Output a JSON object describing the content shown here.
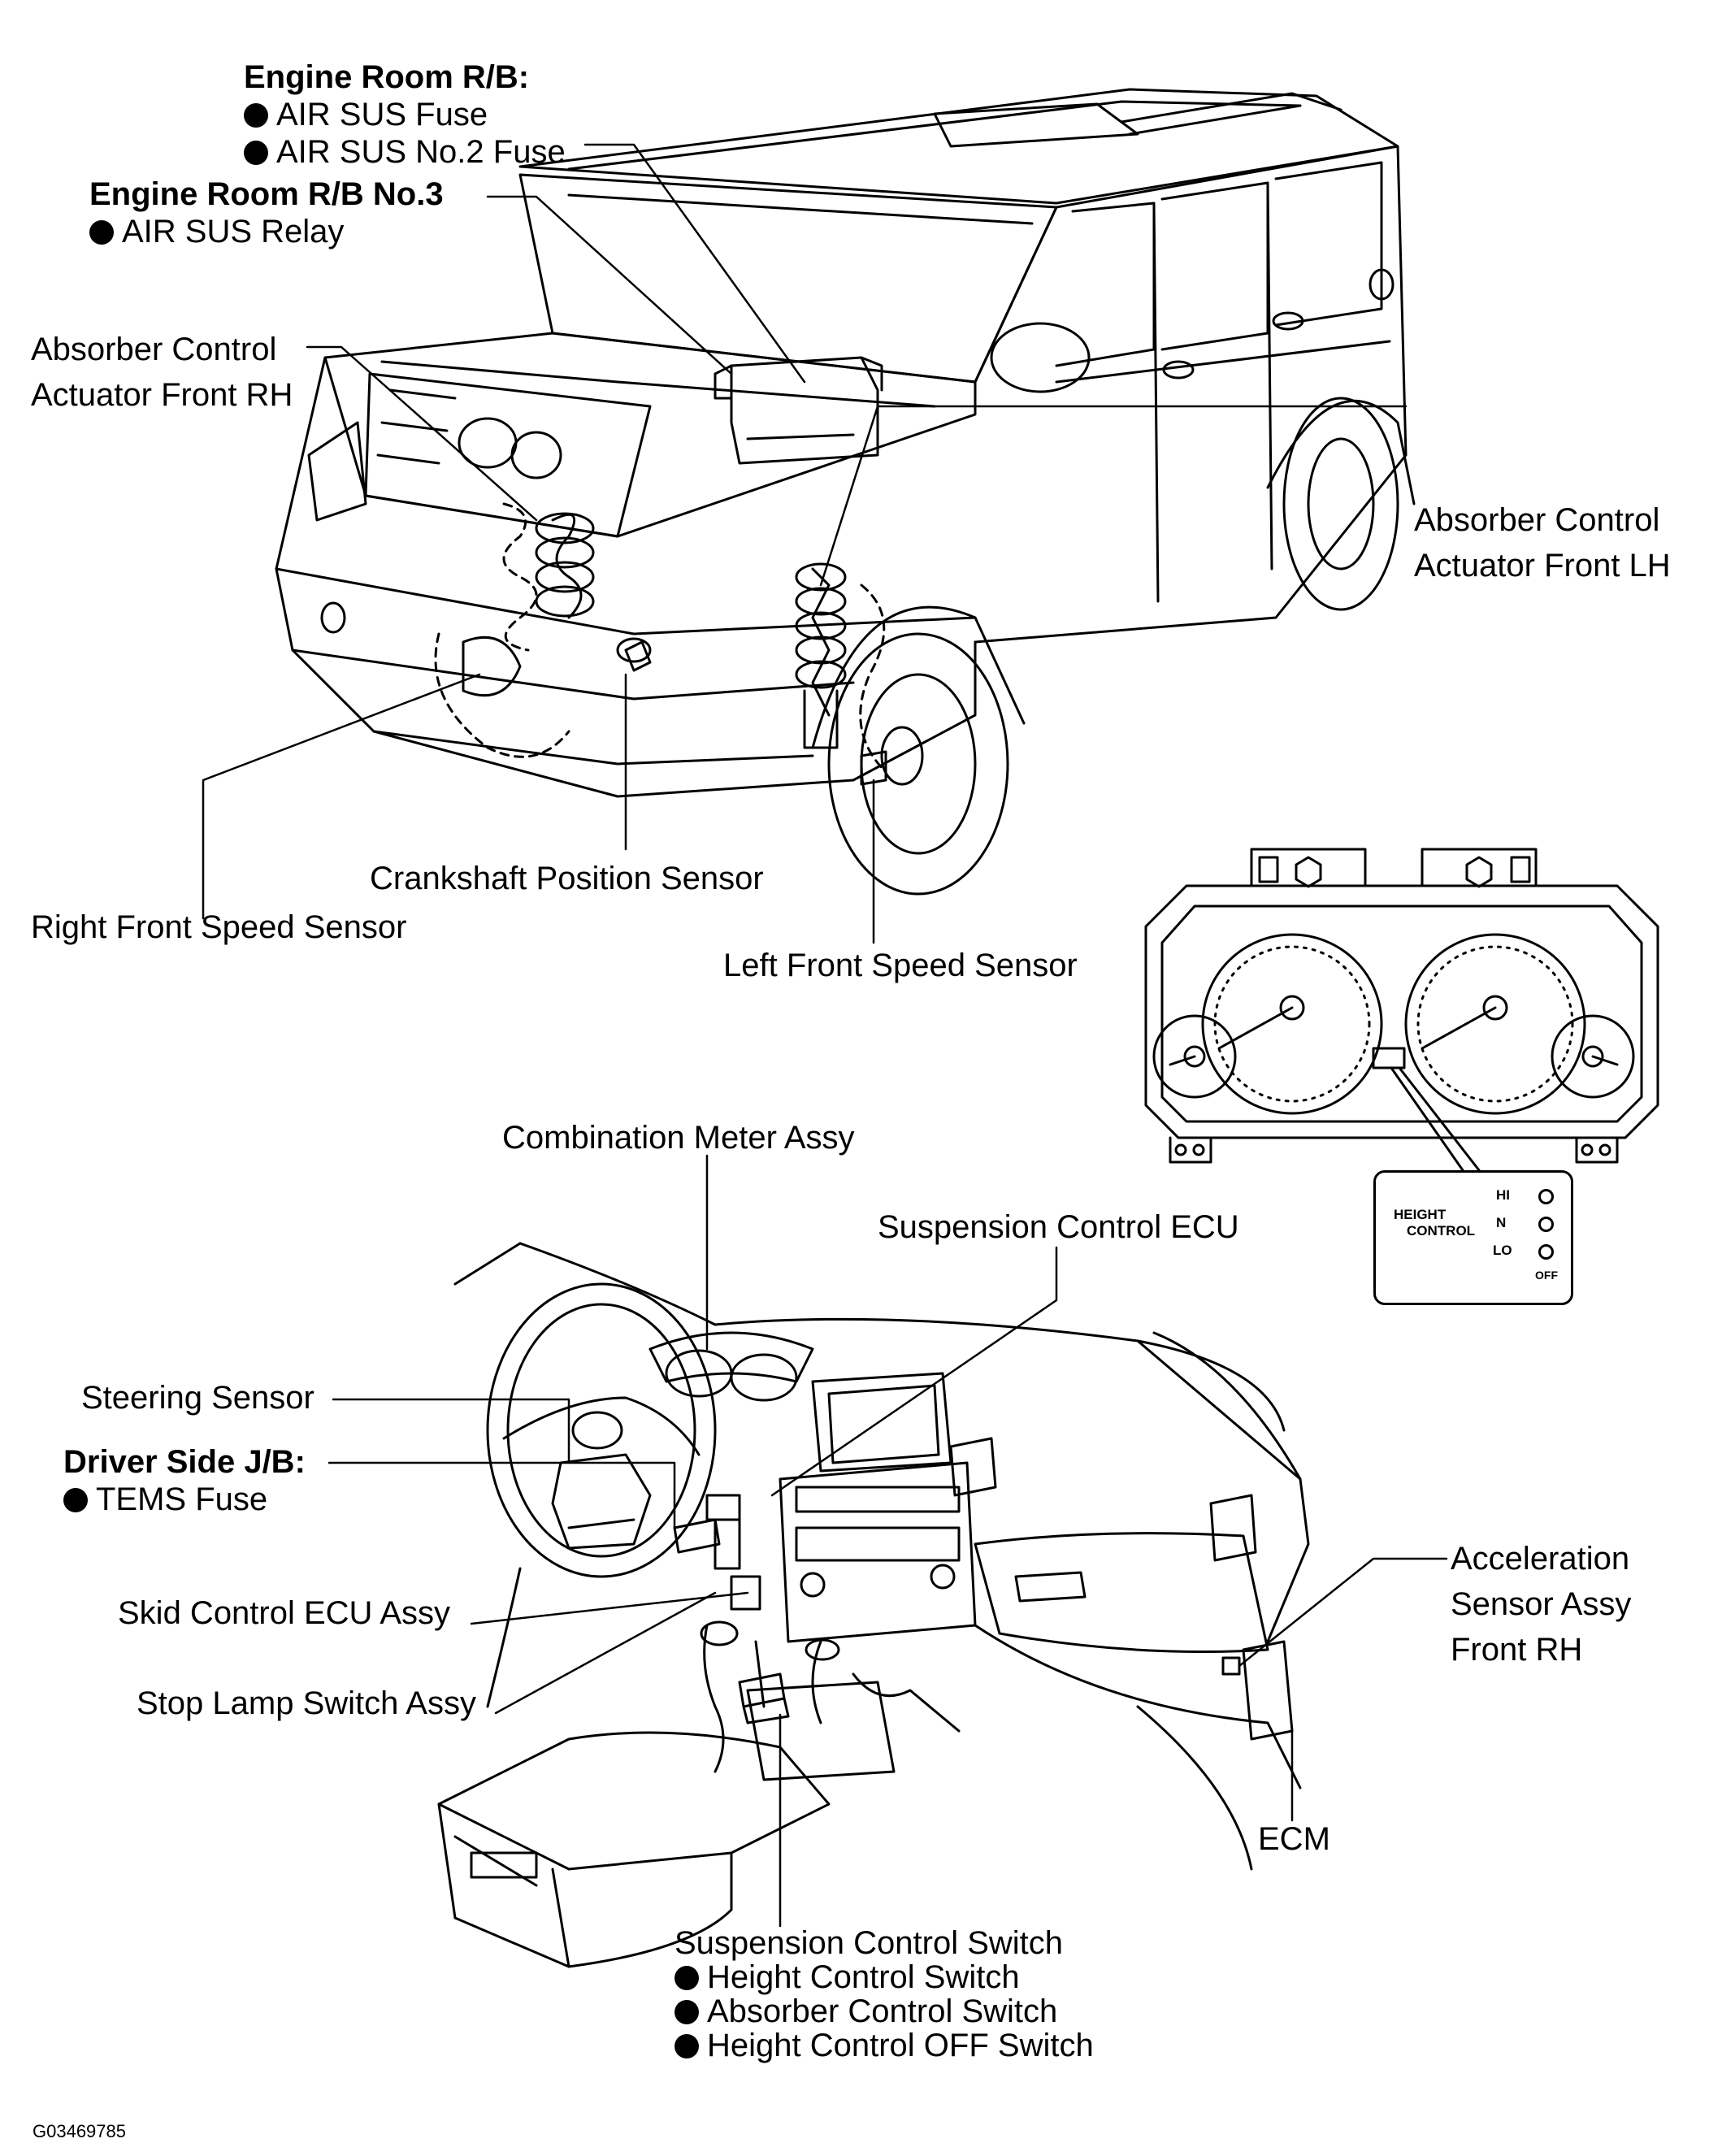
{
  "labels": {
    "engine_room_rb_title": "Engine Room R/B:",
    "air_sus_fuse": "AIR SUS Fuse",
    "air_sus_no2_fuse": "AIR SUS No.2 Fuse",
    "engine_room_rb3_title": "Engine Room R/B No.3",
    "air_sus_relay": "AIR SUS Relay",
    "absorber_front_rh_line1": "Absorber Control",
    "absorber_front_rh_line2": "Actuator Front RH",
    "absorber_front_lh_line1": "Absorber Control",
    "absorber_front_lh_line2": "Actuator Front LH",
    "crankshaft_sensor": "Crankshaft Position Sensor",
    "right_front_speed_sensor": "Right Front Speed Sensor",
    "left_front_speed_sensor": "Left Front Speed Sensor",
    "combination_meter": "Combination Meter Assy",
    "suspension_ecu": "Suspension Control ECU",
    "steering_sensor": "Steering Sensor",
    "driver_jb_title": "Driver Side J/B:",
    "tems_fuse": "TEMS Fuse",
    "skid_control_ecu": "Skid Control ECU Assy",
    "stop_lamp_switch": "Stop Lamp Switch Assy",
    "accel_sensor_line1": "Acceleration",
    "accel_sensor_line2": "Sensor Assy",
    "accel_sensor_line3": "Front RH",
    "ecm": "ECM",
    "suspension_switch_title": "Suspension Control Switch",
    "height_control_switch": "Height Control Switch",
    "absorber_control_switch": "Absorber Control Switch",
    "height_control_off_switch": "Height Control OFF Switch"
  },
  "height_control_panel": {
    "title_line1": "HEIGHT",
    "title_line2": "CONTROL",
    "hi": "HI",
    "n": "N",
    "lo": "LO",
    "off": "OFF"
  },
  "figure_code": "G03469785"
}
